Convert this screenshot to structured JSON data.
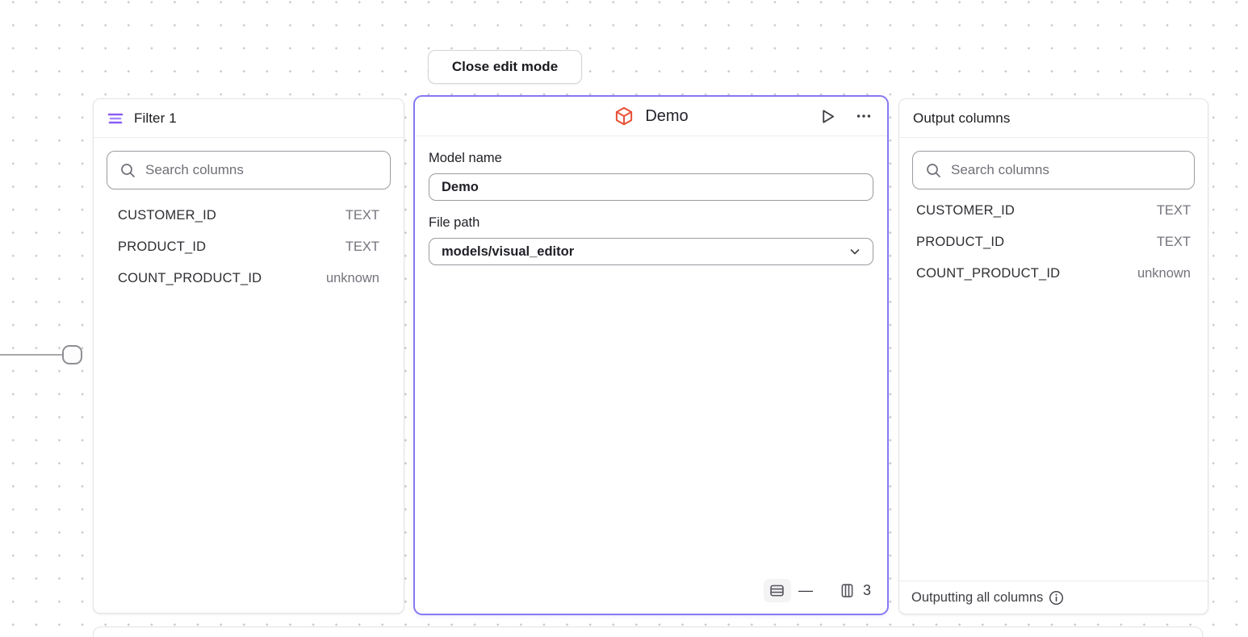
{
  "toolbar": {
    "close_edit_label": "Close edit mode"
  },
  "filter_panel": {
    "title": "Filter 1",
    "search": {
      "placeholder": "Search columns"
    },
    "columns": [
      {
        "name": "CUSTOMER_ID",
        "type": "TEXT"
      },
      {
        "name": "PRODUCT_ID",
        "type": "TEXT"
      },
      {
        "name": "COUNT_PRODUCT_ID",
        "type": "unknown"
      }
    ]
  },
  "model_panel": {
    "title": "Demo",
    "model_name_label": "Model name",
    "model_name_value": "Demo",
    "file_path_label": "File path",
    "file_path_value": "models/visual_editor",
    "footer": {
      "row_count": "—",
      "column_count": "3"
    }
  },
  "output_panel": {
    "title": "Output columns",
    "search": {
      "placeholder": "Search columns"
    },
    "columns": [
      {
        "name": "CUSTOMER_ID",
        "type": "TEXT"
      },
      {
        "name": "PRODUCT_ID",
        "type": "TEXT"
      },
      {
        "name": "COUNT_PRODUCT_ID",
        "type": "unknown"
      }
    ],
    "footer_text": "Outputting all columns"
  },
  "colors": {
    "accent_purple": "#8b5cf6",
    "selection_border": "#8679f2",
    "model_icon_orange": "#e8533a",
    "canvas_dot": "#c9c9cf"
  }
}
